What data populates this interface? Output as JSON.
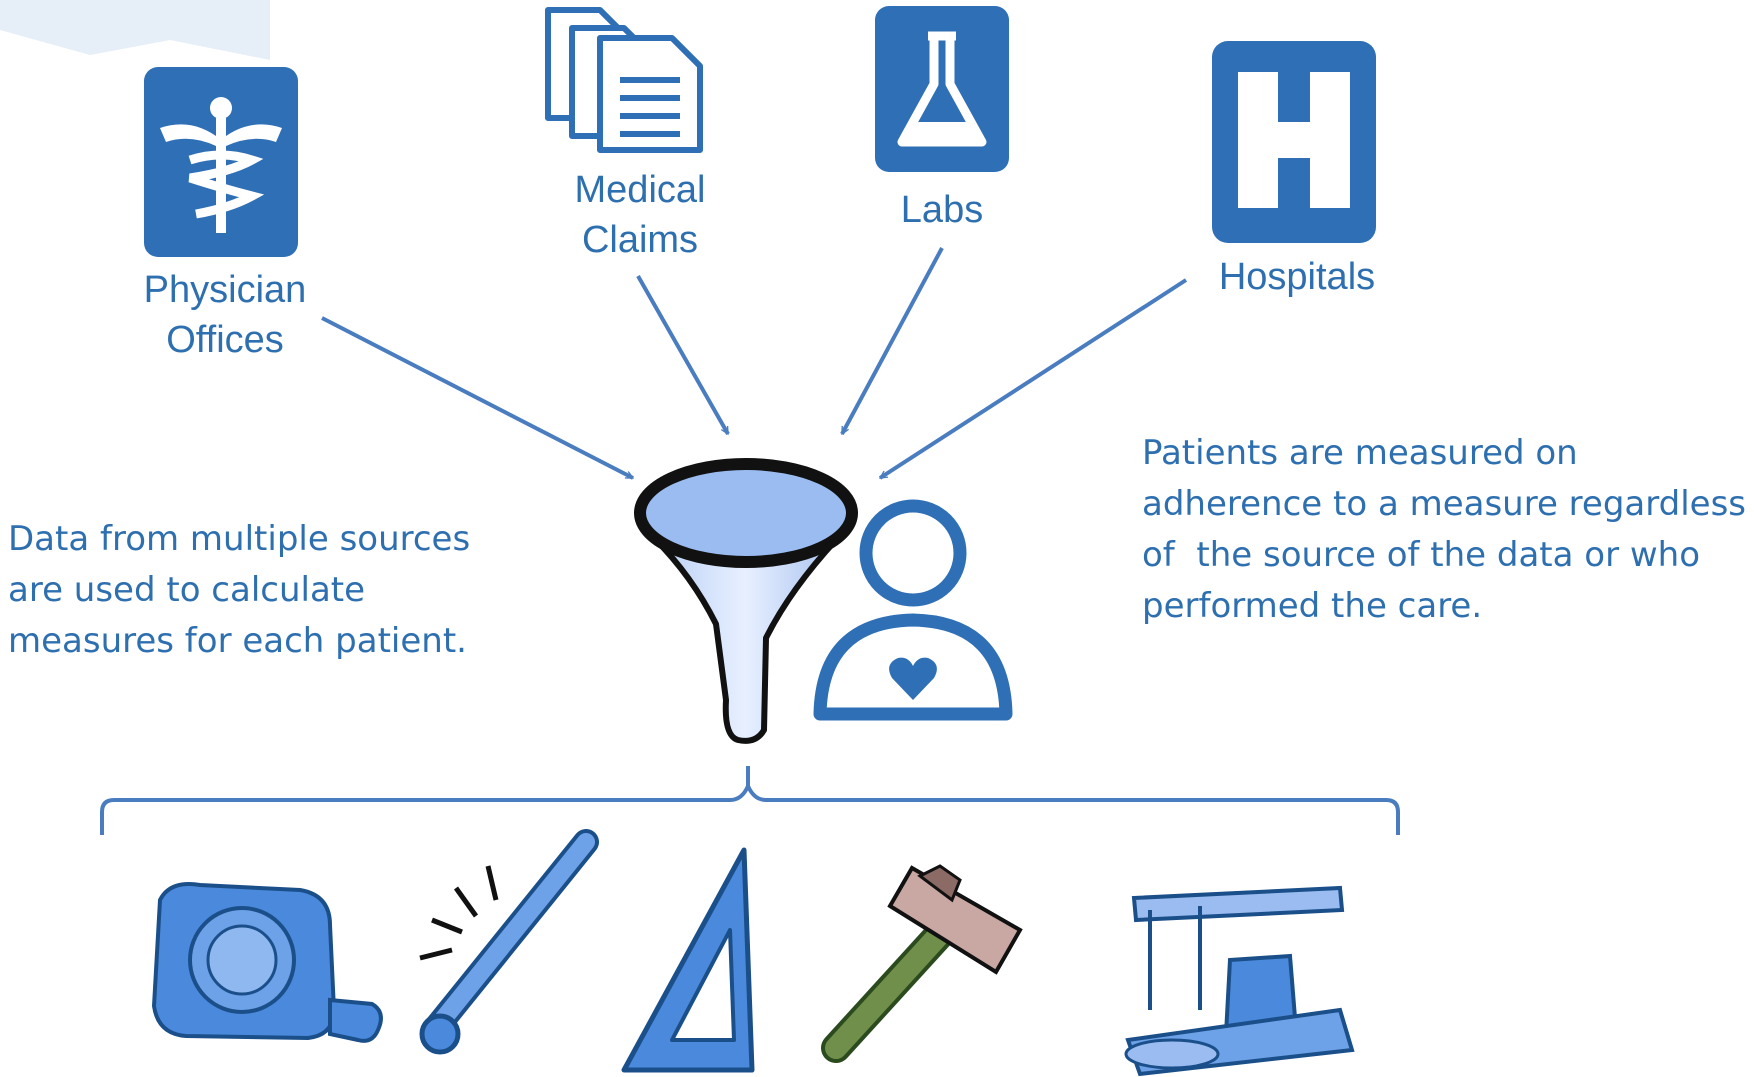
{
  "sources": {
    "physician": {
      "line1": "Physician",
      "line2": "Offices",
      "icon": "caduceus-icon"
    },
    "claims": {
      "line1": "Medical",
      "line2": "Claims",
      "icon": "documents-icon"
    },
    "labs": {
      "label": "Labs",
      "icon": "flask-icon"
    },
    "hospitals": {
      "label": "Hospitals",
      "icon": "hospital-icon"
    }
  },
  "left_note": {
    "lines": [
      "Data from multiple sources",
      "are used to calculate",
      "measures for each patient."
    ]
  },
  "right_note": {
    "lines": [
      "Patients are measured on",
      "adherence to a measure regardless",
      "of  the source of the data or who",
      "performed the care."
    ]
  },
  "center_icons": [
    "funnel-icon",
    "patient-icon"
  ],
  "tools": [
    "tape-measure-icon",
    "thermometer-icon",
    "triangle-ruler-icon",
    "caliper-icon",
    "balance-scale-icon"
  ],
  "colors": {
    "accent": "#2e6fb0",
    "icon_fill": "#2f6fb6",
    "arrow": "#4a7cc0",
    "light_fill": "#9bbcf0"
  }
}
